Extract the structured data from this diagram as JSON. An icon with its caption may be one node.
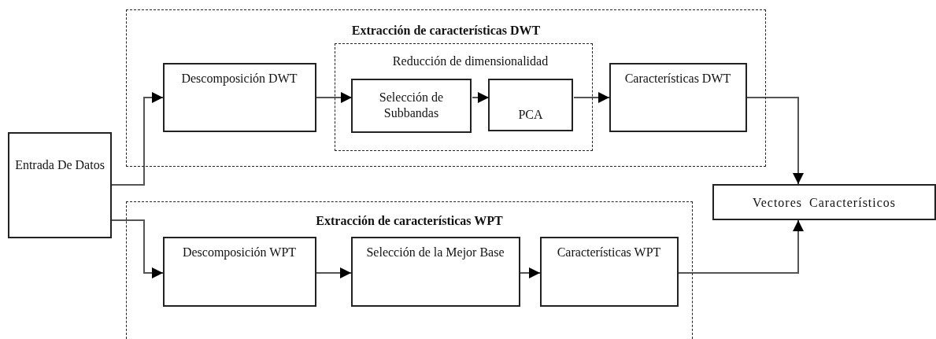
{
  "diagram": {
    "nodes": [
      {
        "text": [
          "Entrada De Datos"
        ]
      },
      {
        "text": [
          "Extracción de características DWT"
        ]
      },
      {
        "text": [
          "Descomposición DWT"
        ],
        "in": 1
      },
      {
        "text": [
          "Reducción de dimensionalidad"
        ],
        "in": 1
      },
      {
        "text": [
          "Selección de Subbandas"
        ],
        "in": 3
      },
      {
        "text": [
          "PCA"
        ],
        "in": 3
      },
      {
        "text": [
          "Características DWT"
        ],
        "in": 1
      },
      {
        "text": [
          "Extracción de características WPT"
        ]
      },
      {
        "text": [
          "Descomposición WPT"
        ],
        "in": 7
      },
      {
        "text": [
          "Selección de la Mejor Base"
        ],
        "in": 7
      },
      {
        "text": [
          "Características WPT"
        ],
        "in": 7
      },
      {
        "text": [
          "Vectores Característicos"
        ]
      }
    ],
    "edges": [
      {
        "from": 0,
        "to": 2,
        "arrow": "to"
      },
      {
        "from": 0,
        "to": 8,
        "arrow": "to"
      },
      {
        "from": 2,
        "to": 4,
        "arrow": "to"
      },
      {
        "from": 4,
        "to": 5,
        "arrow": "to"
      },
      {
        "from": 5,
        "to": 6,
        "arrow": "to"
      },
      {
        "from": 6,
        "to": 11,
        "arrow": "to"
      },
      {
        "from": 8,
        "to": 9,
        "arrow": "to"
      },
      {
        "from": 9,
        "to": 10,
        "arrow": "to"
      },
      {
        "from": 10,
        "to": 11,
        "arrow": "to"
      }
    ]
  }
}
